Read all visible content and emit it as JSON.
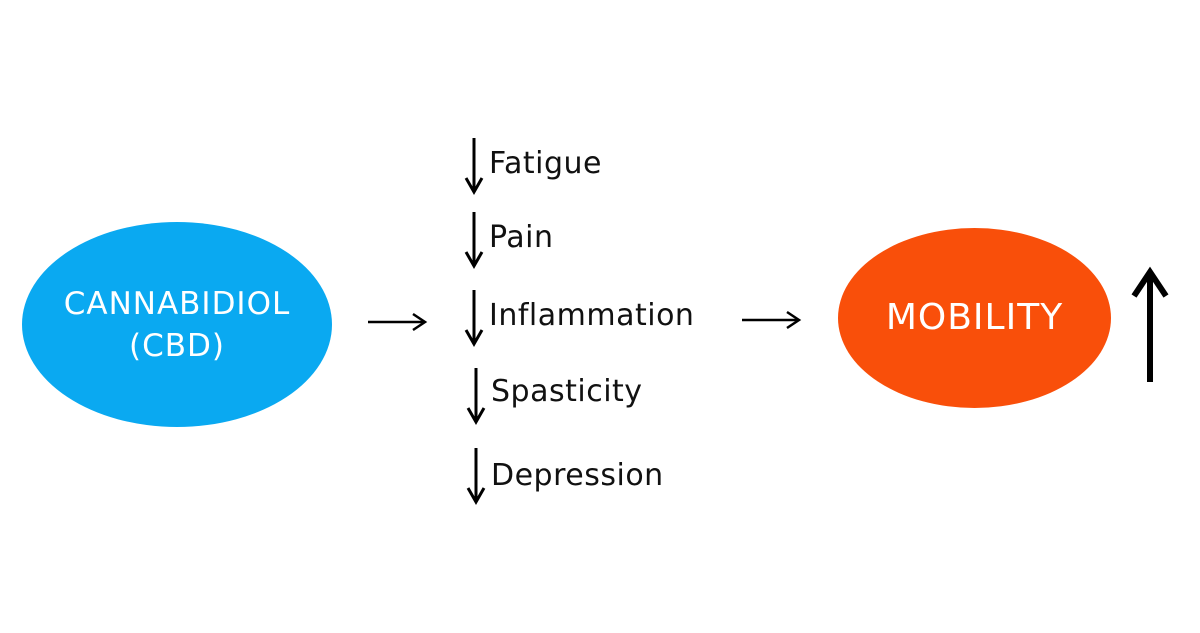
{
  "source_node": {
    "line1": "CANNABIDIOL",
    "line2": "(CBD)",
    "color": "#0AA9F1"
  },
  "effects": [
    {
      "label": "Fatigue",
      "direction": "down"
    },
    {
      "label": "Pain",
      "direction": "down"
    },
    {
      "label": "Inflammation",
      "direction": "down"
    },
    {
      "label": "Spasticity",
      "direction": "down"
    },
    {
      "label": "Depression",
      "direction": "down"
    }
  ],
  "target_node": {
    "label": "MOBILITY",
    "color": "#F94F0A",
    "direction": "up"
  },
  "colors": {
    "text": "#111111",
    "arrow": "#000000",
    "background": "#FFFFFF"
  }
}
